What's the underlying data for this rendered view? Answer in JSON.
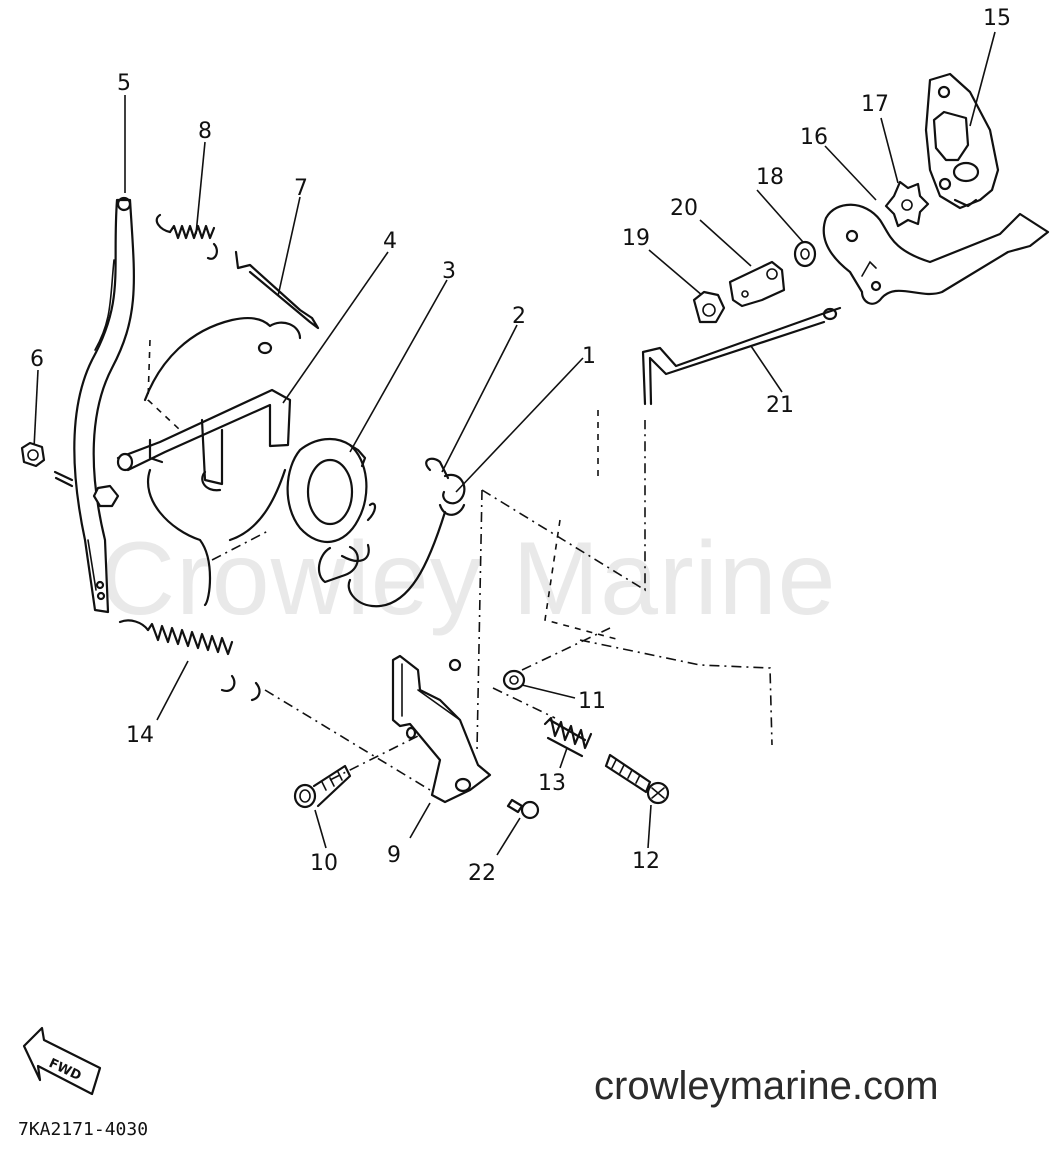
{
  "watermark": "Crowley Marine",
  "site_url": "crowleymarine.com",
  "diagram_code": "7KA2171-4030",
  "fwd_label": "FWD",
  "callouts": [
    {
      "id": "c1",
      "label": "1"
    },
    {
      "id": "c2",
      "label": "2"
    },
    {
      "id": "c3",
      "label": "3"
    },
    {
      "id": "c4",
      "label": "4"
    },
    {
      "id": "c5",
      "label": "5"
    },
    {
      "id": "c6",
      "label": "6"
    },
    {
      "id": "c7",
      "label": "7"
    },
    {
      "id": "c8",
      "label": "8"
    },
    {
      "id": "c9",
      "label": "9"
    },
    {
      "id": "c10",
      "label": "10"
    },
    {
      "id": "c11",
      "label": "11"
    },
    {
      "id": "c12",
      "label": "12"
    },
    {
      "id": "c13",
      "label": "13"
    },
    {
      "id": "c14",
      "label": "14"
    },
    {
      "id": "c15",
      "label": "15"
    },
    {
      "id": "c16",
      "label": "16"
    },
    {
      "id": "c17",
      "label": "17"
    },
    {
      "id": "c18",
      "label": "18"
    },
    {
      "id": "c19",
      "label": "19"
    },
    {
      "id": "c20",
      "label": "20"
    },
    {
      "id": "c21",
      "label": "21"
    },
    {
      "id": "c22",
      "label": "22"
    }
  ]
}
